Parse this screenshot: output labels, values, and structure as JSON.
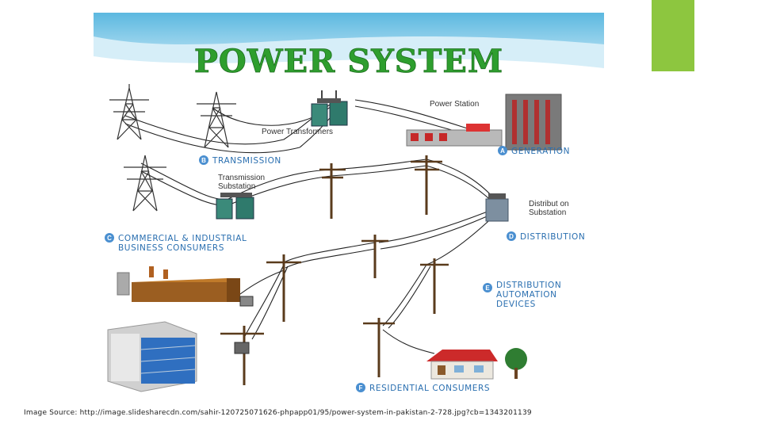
{
  "title": "POWER SYSTEM",
  "labels": {
    "power_station": "Power Station",
    "power_transformers": "Power Transformers",
    "transmission_substation_line1": "Transmission",
    "transmission_substation_line2": "Substation",
    "distribution_substation_line1": "Distribut on",
    "distribution_substation_line2": "Substation"
  },
  "stages": [
    {
      "letter": "A",
      "line1": "GENERATION",
      "line2": "",
      "line3": ""
    },
    {
      "letter": "B",
      "line1": "TRANSMISSION",
      "line2": "",
      "line3": ""
    },
    {
      "letter": "C",
      "line1": "COMMERCIAL & INDUSTRIAL",
      "line2": "BUSINESS CONSUMERS",
      "line3": ""
    },
    {
      "letter": "D",
      "line1": "DISTRIBUTION",
      "line2": "",
      "line3": ""
    },
    {
      "letter": "E",
      "line1": "DISTRIBUTION",
      "line2": "AUTOMATION",
      "line3": "DEVICES"
    },
    {
      "letter": "F",
      "line1": "RESIDENTIAL CONSUMERS",
      "line2": "",
      "line3": ""
    }
  ],
  "source": "Image Source: http://image.slidesharecdn.com/sahir-120725071626-phpapp01/95/power-system-in-pakistan-2-728.jpg?cb=1343201139",
  "colors": {
    "accent": "#8dc63f",
    "title": "#2e9e2e",
    "label": "#2a6fb0",
    "sky": "#7cc6e4"
  }
}
